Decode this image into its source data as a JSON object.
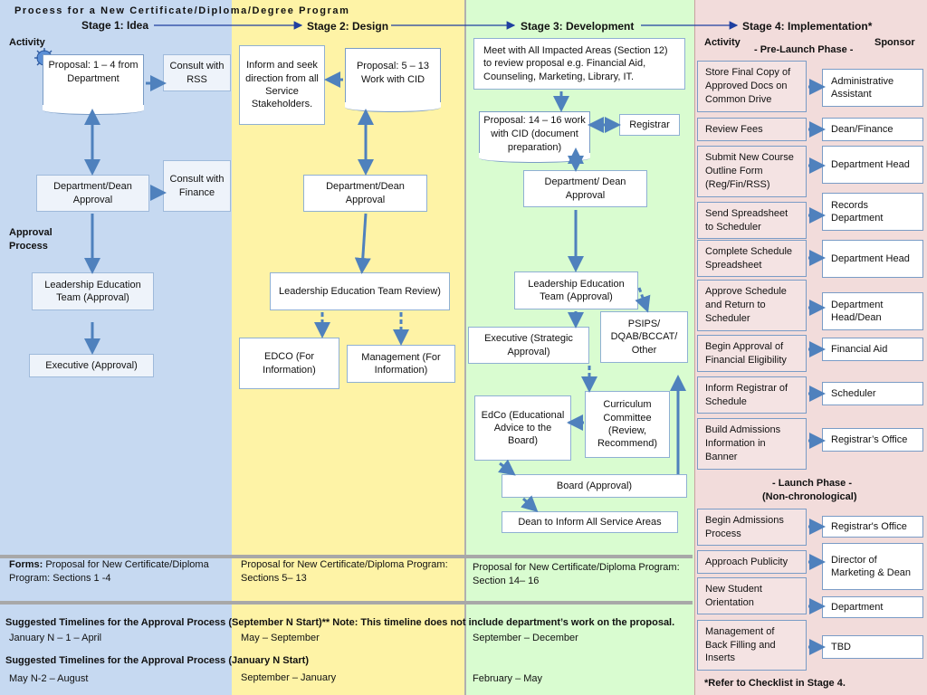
{
  "title": "Process for a New Certificate/Diploma/Degree Program",
  "stages": {
    "s1": "Stage 1: Idea",
    "s2": "Stage 2: Design",
    "s3": "Stage 3: Development",
    "s4": "Stage 4: Implementation*"
  },
  "labels": {
    "activity": "Activity",
    "approval_process": "Approval Process",
    "activity4": "Activity",
    "sponsor": "Sponsor",
    "pre_launch": "- Pre-Launch Phase -",
    "launch": "- Launch Phase -",
    "non_chrono": "(Non-chronological)",
    "footnote": "*Refer to Checklist in Stage 4."
  },
  "stage1": {
    "proposal": "Proposal: 1 – 4 from Department",
    "consult_rss": "Consult with RSS",
    "dept_dean": "Department/Dean Approval",
    "consult_finance": "Consult with Finance",
    "leadership": "Leadership Education Team (Approval)",
    "executive": "Executive (Approval)"
  },
  "stage2": {
    "inform": "Inform and seek direction from all Service Stakeholders.",
    "proposal": "Proposal: 5 – 13 Work with CID",
    "dept_dean": "Department/Dean Approval",
    "leadership": "Leadership Education Team Review)",
    "edco": "EDCO (For Information)",
    "management": "Management (For Information)"
  },
  "stage3": {
    "meet": "Meet with All Impacted Areas (Section 12) to review proposal e.g. Financial Aid, Counseling, Marketing, Library, IT.",
    "proposal": "Proposal: 14 – 16 work with CID (document preparation)",
    "registrar": "Registrar",
    "dept_dean": "Department/ Dean Approval",
    "leadership": "Leadership Education Team (Approval)",
    "psips": "PSIPS/ DQAB/BCCAT/ Other",
    "executive": "Executive (Strategic Approval)",
    "edco": "EdCo (Educational Advice to the Board)",
    "curriculum": "Curriculum Committee (Review, Recommend)",
    "board": "Board (Approval)",
    "dean_inform": "Dean to  Inform All Service Areas"
  },
  "stage4": {
    "pre_launch": [
      {
        "activity": "Store Final Copy of Approved Docs on Common Drive",
        "sponsor": "Administrative Assistant"
      },
      {
        "activity": "Review Fees",
        "sponsor": "Dean/Finance"
      },
      {
        "activity": "Submit New Course Outline Form (Reg/Fin/RSS)",
        "sponsor": "Department Head"
      },
      {
        "activity": "Send Spreadsheet to Scheduler",
        "sponsor": "Records Department"
      },
      {
        "activity": "Complete Schedule Spreadsheet",
        "sponsor": "Department Head"
      },
      {
        "activity": "Approve Schedule and Return to Scheduler",
        "sponsor": "Department Head/Dean"
      },
      {
        "activity": "Begin Approval of Financial Eligibility",
        "sponsor": "Financial Aid"
      },
      {
        "activity": "Inform Registrar of Schedule",
        "sponsor": "Scheduler"
      },
      {
        "activity": "Build Admissions Information in Banner",
        "sponsor": "Registrar’s Office"
      }
    ],
    "launch": [
      {
        "activity": "Begin Admissions Process",
        "sponsor": "Registrar's Office"
      },
      {
        "activity": "Approach Publicity",
        "sponsor": "Director of Marketing & Dean"
      },
      {
        "activity": "New Student Orientation",
        "sponsor": "Department"
      },
      {
        "activity": "Management of Back Filling and Inserts",
        "sponsor": "TBD"
      }
    ]
  },
  "forms": {
    "label": "Forms:",
    "s1": " Proposal for New Certificate/Diploma Program: Sections 1 -4",
    "s2": "Proposal for New Certificate/Diploma Program: Sections 5– 13",
    "s3": "Proposal for New Certificate/Diploma Program: Section  14– 16"
  },
  "timelines": {
    "sept_heading": "Suggested Timelines for the Approval Process (September N Start)** Note: This timeline does not include department’s work on the proposal.",
    "sept_s1": "January N – 1 – April",
    "sept_s2": "May – September",
    "sept_s3": "September – December",
    "jan_heading": "Suggested Timelines for the Approval Process (January N Start)",
    "jan_s1": "May N-2 – August",
    "jan_s2": "September – January",
    "jan_s3": "February – May"
  },
  "colors": {
    "stage1_bg": "#c6d9f1",
    "stage2_bg": "#fef3a6",
    "stage3_bg": "#d9fcd0",
    "stage4_bg": "#f2dcdb",
    "arrow": "#4f81bd"
  }
}
